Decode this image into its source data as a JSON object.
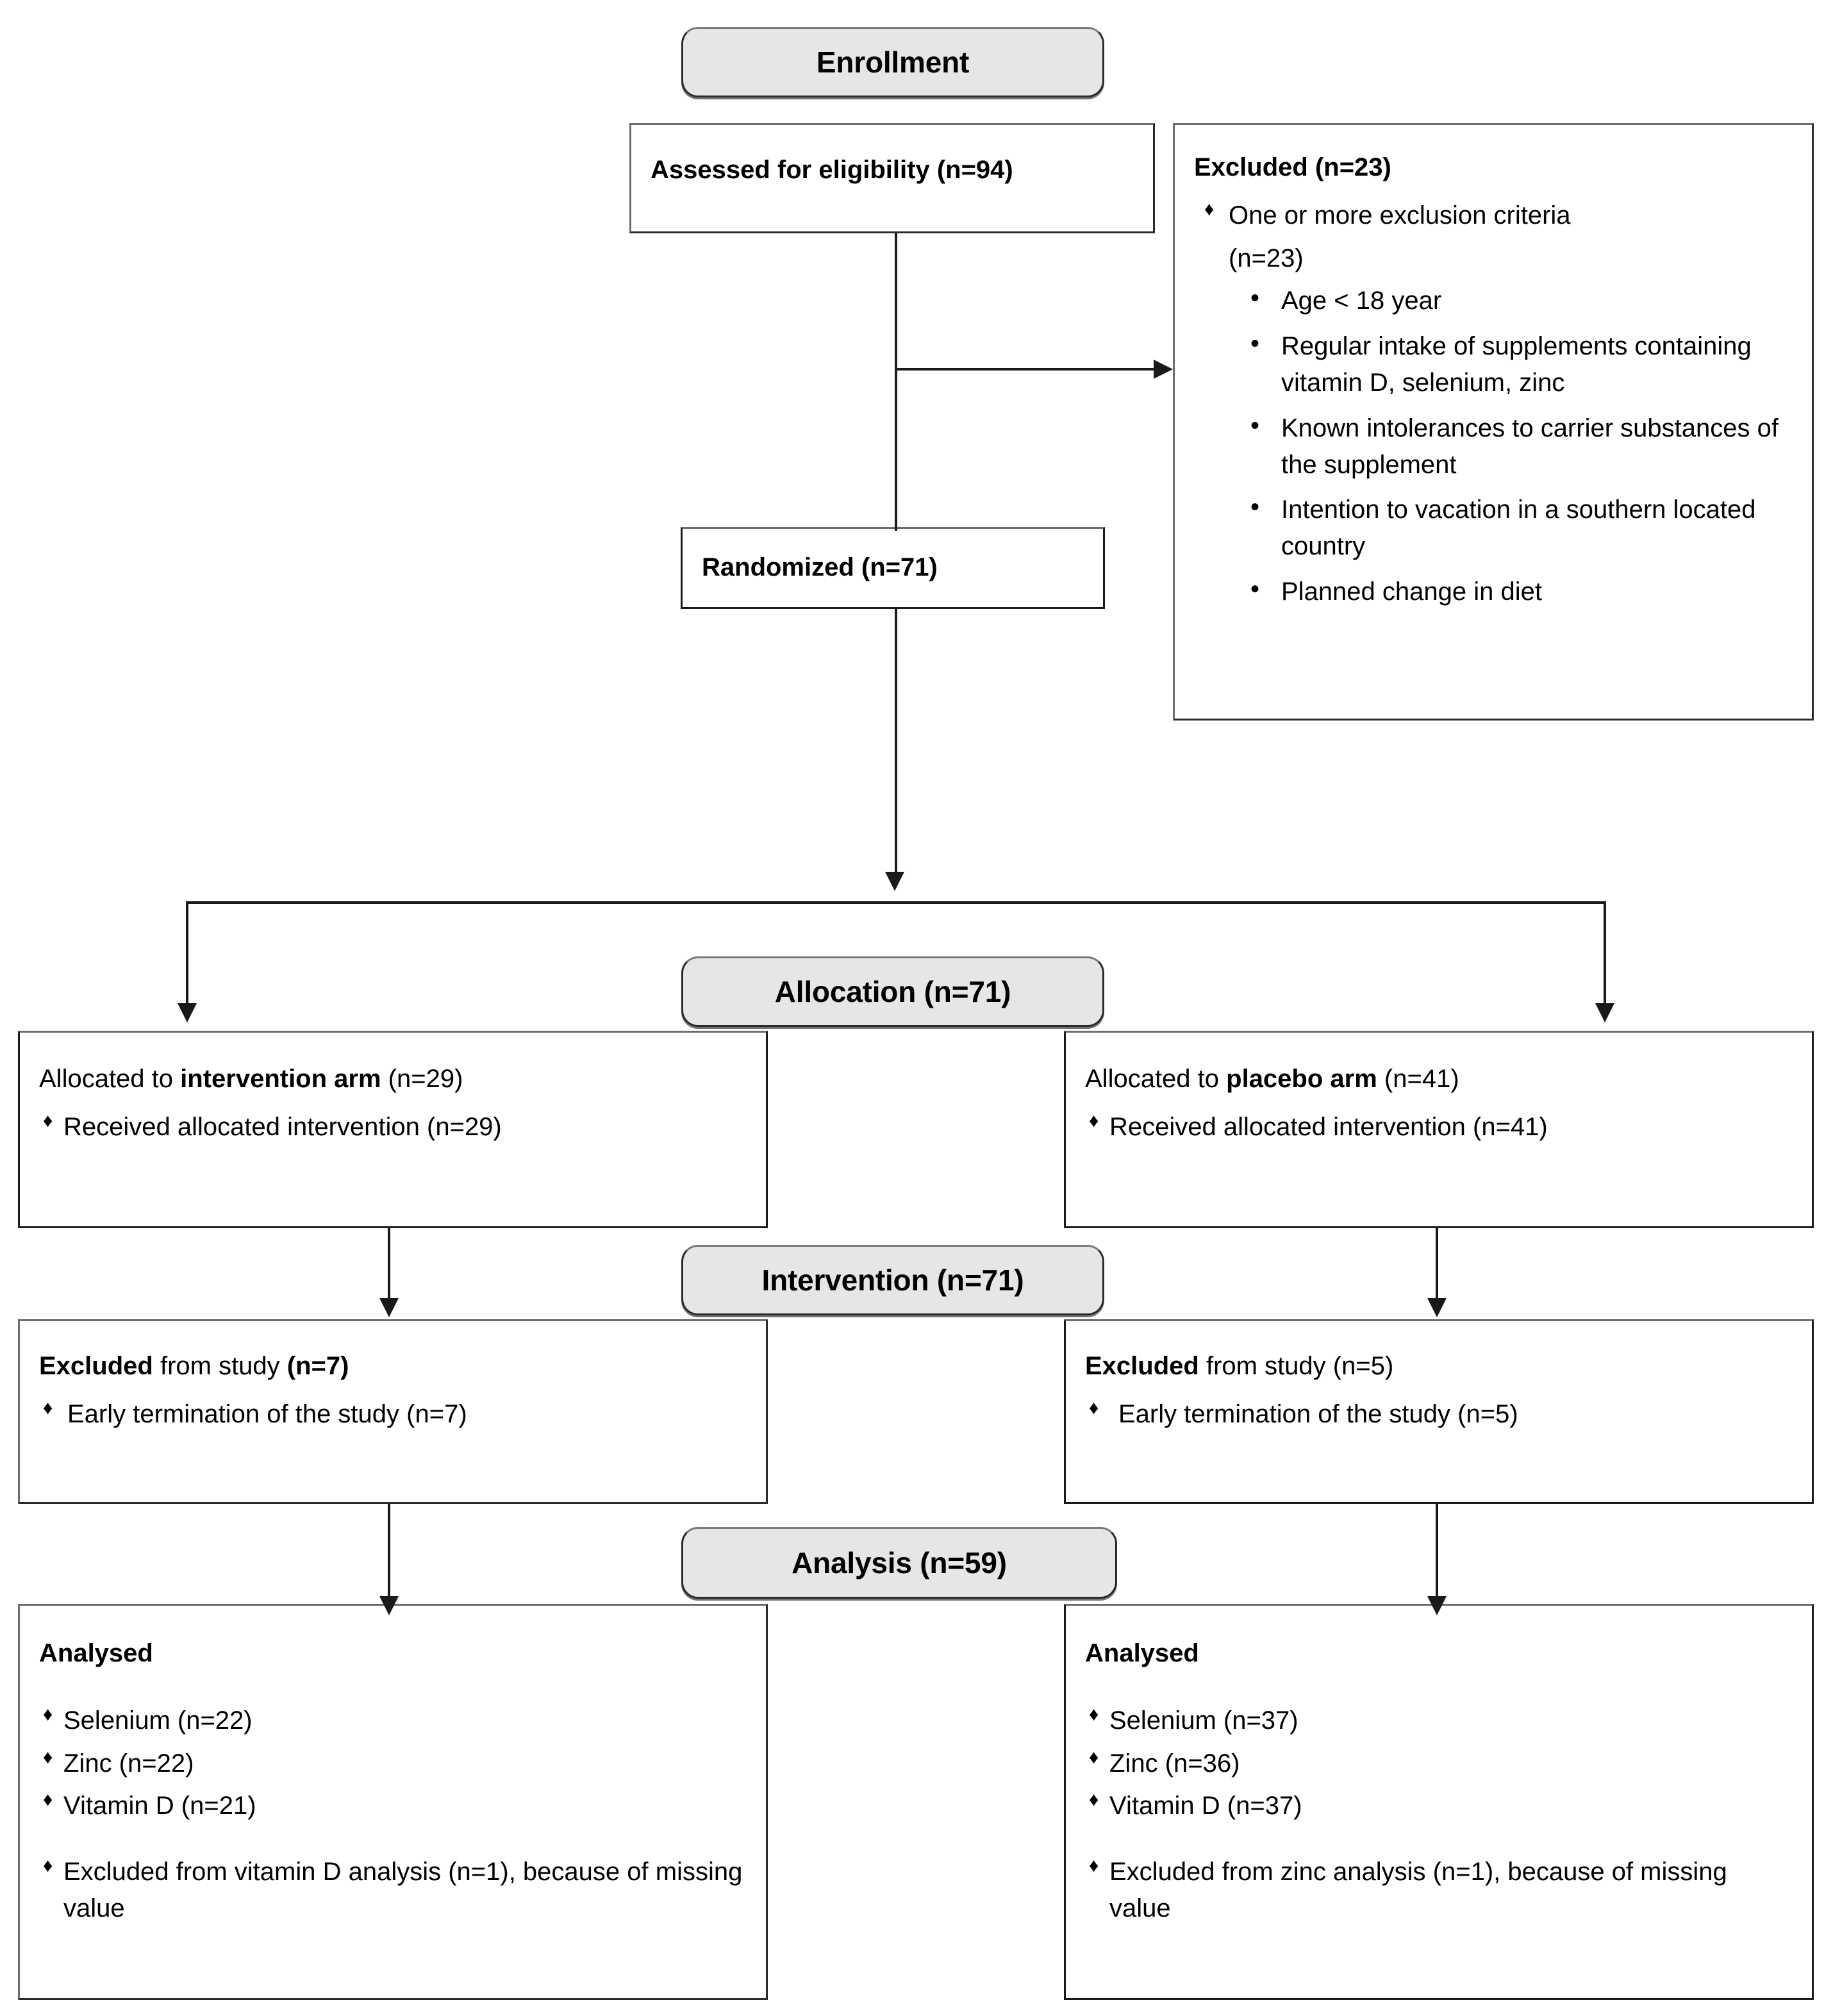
{
  "diagram": {
    "type": "consort-flow-diagram",
    "stages": [
      {
        "id": "enrollment",
        "label": "Enrollment"
      },
      {
        "id": "allocation",
        "label": "Allocation (n=71)"
      },
      {
        "id": "intervention",
        "label": "Intervention (n=71)"
      },
      {
        "id": "analysis",
        "label": "Analysis (n=59)"
      }
    ]
  },
  "enrollment": {
    "assessed": {
      "title": "Assessed for eligibility (n=94)"
    },
    "excluded": {
      "title": "Excluded (n=23)",
      "items": [
        {
          "text": "One or more exclusion criteria",
          "subtext": "(n=23)",
          "children": [
            "Age < 18 year",
            "Regular intake of supplements containing vitamin D, selenium, zinc",
            "Known intolerances to carrier substances of the supplement",
            "Intention to vacation in a southern located country",
            "Planned change in diet"
          ]
        }
      ]
    },
    "randomized": {
      "title": "Randomized (n=71)"
    }
  },
  "allocation": {
    "left": {
      "title_pre": "Allocated to ",
      "title_bold": "intervention arm",
      "title_post": " (n=29)",
      "items": [
        "Received allocated intervention (n=29)"
      ]
    },
    "right": {
      "title_pre": "Allocated to ",
      "title_bold": "placebo arm",
      "title_post": " (n=41)",
      "items": [
        "Received allocated intervention (n=41)"
      ]
    }
  },
  "intervention": {
    "left": {
      "title_bold": "Excluded",
      "title_post": " from study ",
      "title_count_bold": "(n=7)",
      "items": [
        "Early termination of the study (n=7)"
      ]
    },
    "right": {
      "title_bold": "Excluded",
      "title_post": " from study (n=5)",
      "title_count_bold": "",
      "items": [
        "Early termination of the study (n=5)"
      ]
    }
  },
  "analysis": {
    "left": {
      "title": "Analysed",
      "items": [
        "Selenium (n=22)",
        "Zinc (n=22)",
        "Vitamin D (n=21)"
      ],
      "note": "Excluded from vitamin D analysis (n=1), because of missing value"
    },
    "right": {
      "title": "Analysed",
      "items": [
        "Selenium (n=37)",
        "Zinc (n=36)",
        "Vitamin D (n=37)"
      ],
      "note": "Excluded from zinc analysis (n=1), because of missing value"
    }
  },
  "colors": {
    "stage_fill": "#e6e6e6",
    "line": "#1a1a1a",
    "border_shadow": "#6d6d6d"
  }
}
